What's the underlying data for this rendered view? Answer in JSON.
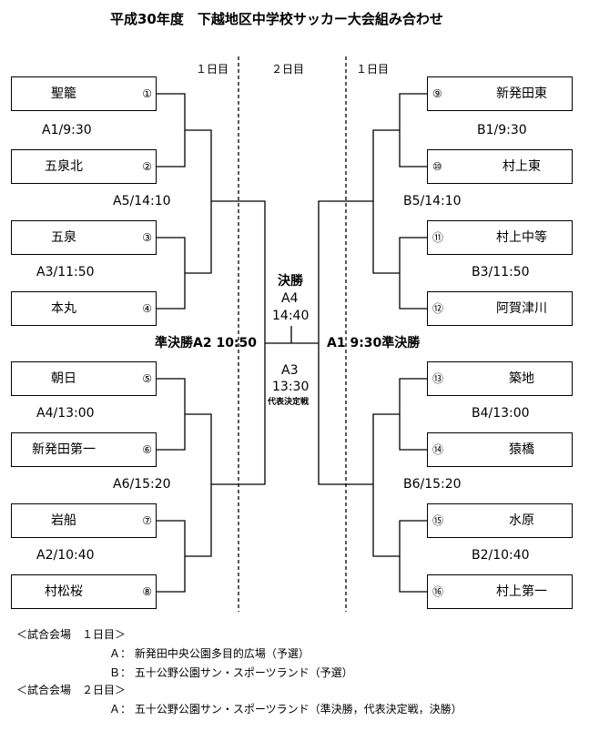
{
  "title": "平成30年度　下越地区中学校サッカー大会組み合わせ",
  "day_labels": {
    "left_day1": "１日目",
    "center_day2": "２日目",
    "right_day1": "１日目"
  },
  "teams_left": [
    {
      "name": "聖籠",
      "num": "①"
    },
    {
      "name": "五泉北",
      "num": "②"
    },
    {
      "name": "五泉",
      "num": "③"
    },
    {
      "name": "本丸",
      "num": "④"
    },
    {
      "name": "朝日",
      "num": "⑤"
    },
    {
      "name": "新発田第一",
      "num": "⑥"
    },
    {
      "name": "岩船",
      "num": "⑦"
    },
    {
      "name": "村松桜",
      "num": "⑧"
    }
  ],
  "teams_right": [
    {
      "name": "新発田東",
      "num": "⑨"
    },
    {
      "name": "村上東",
      "num": "⑩"
    },
    {
      "name": "村上中等",
      "num": "⑪"
    },
    {
      "name": "阿賀津川",
      "num": "⑫"
    },
    {
      "name": "築地",
      "num": "⑬"
    },
    {
      "name": "猿橋",
      "num": "⑭"
    },
    {
      "name": "水原",
      "num": "⑮"
    },
    {
      "name": "村上第一",
      "num": "⑯"
    }
  ],
  "matches_left": {
    "a1": "A1/9:30",
    "a3": "A3/11:50",
    "a4": "A4/13:00",
    "a2": "A2/10:40",
    "a5": "A5/14:10",
    "a6": "A6/15:20"
  },
  "matches_right": {
    "b1": "B1/9:30",
    "b3": "B3/11:50",
    "b4": "B4/13:00",
    "b2": "B2/10:40",
    "b5": "B5/14:10",
    "b6": "B6/15:20"
  },
  "semifinal_left": "準決勝A2 10:50",
  "semifinal_right": "A1 9:30準決勝",
  "final": {
    "label": "決勝",
    "match": "A4",
    "time": "14:40"
  },
  "third_place": {
    "match": "A3",
    "time": "13:30",
    "label": "代表決定戦"
  },
  "venues": {
    "day1_header": "＜試合会場　１日目＞",
    "day1_a": "Ａ：  新発田中央公園多目的広場（予選）",
    "day1_b": "Ｂ：  五十公野公園サン・スポーツランド（予選）",
    "day2_header": "＜試合会場　２日目＞",
    "day2_a": "Ａ：  五十公野公園サン・スポーツランド（準決勝，代表決定戦，決勝）"
  }
}
